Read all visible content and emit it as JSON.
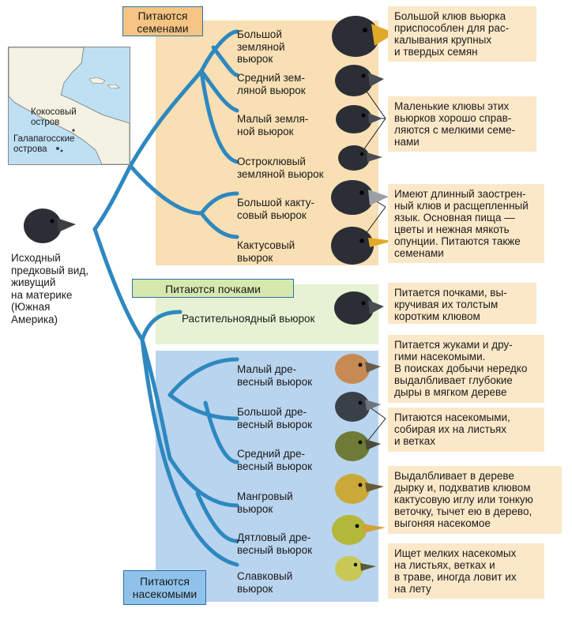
{
  "group_tags": {
    "seeds": "Питаются\nсеменами",
    "buds": "Питаются почками",
    "insects": "Питаются\nнасекомыми"
  },
  "ancestor": "Исходный\nпредковый вид,\nживущий\nна материке\n(Южная\nАмерика)",
  "map": {
    "cocos": "Кокосовый\nостров",
    "galapagos": "Галапагосские\nострова"
  },
  "species": [
    "Большой\nземляной\nвьюрок",
    "Средний зем-\nляной вьюрок",
    "Малый земля-\nной вьюрок",
    "Остроклювый\nземляной вьюрок",
    "Большой какту-\nсовый вьюрок",
    "Кактусовый\nвьюрок",
    "Растительноядный вьюрок",
    "Малый дре-\nвесный вьюрок",
    "Большой дре-\nвесный вьюрок",
    "Средний дре-\nвесный вьюрок",
    "Мангровый\nвьюрок",
    "Дятловый дре-\nвесный вьюрок",
    "Славковый\nвьюрок"
  ],
  "notes": [
    "Большой клюв вьюрка\nприспособлен для рас-\nкалывания крупных\nи твердых семян",
    "Маленькие клювы этих\nвьюрков хорошо справ-\nляются с мелкими семе-\nнами",
    "Имеют длинный заострен-\nный клюв и расщепленный\nязык. Основная пища —\nцветы и нежная мякоть\nопунции. Питаются также\nсеменами",
    "Питается почками, вы-\nкручивая их толстым\nкоротким клювом",
    "Питается жуками и дру-\nгими насекомыми.\nВ поисках добычи нередко\nвыдалбливает глубокие\nдыры в мягком дереве",
    "Питаются насекомыми,\nсобирая их на листьях\nи ветках",
    "Выдалбливает в дереве\nдырку и, подхватив клювом\nкактусовую иглу или тонкую\nветочку, тычет ею в дерево,\nвыгоняя насекомое",
    "Ищет мелких насекомых\nна листьях, ветках и\nв траве, иногда ловит их\nна лету"
  ],
  "colors": {
    "branch": "#2e88c0",
    "seeds_zone": "#f8dfb4",
    "buds_zone": "#e6f2d3",
    "insects_zone": "#b9d4ee",
    "note_bg": "#fbe8c8",
    "dark_bird": "#2b2f35",
    "yellow_bird": "#c9b43a"
  }
}
